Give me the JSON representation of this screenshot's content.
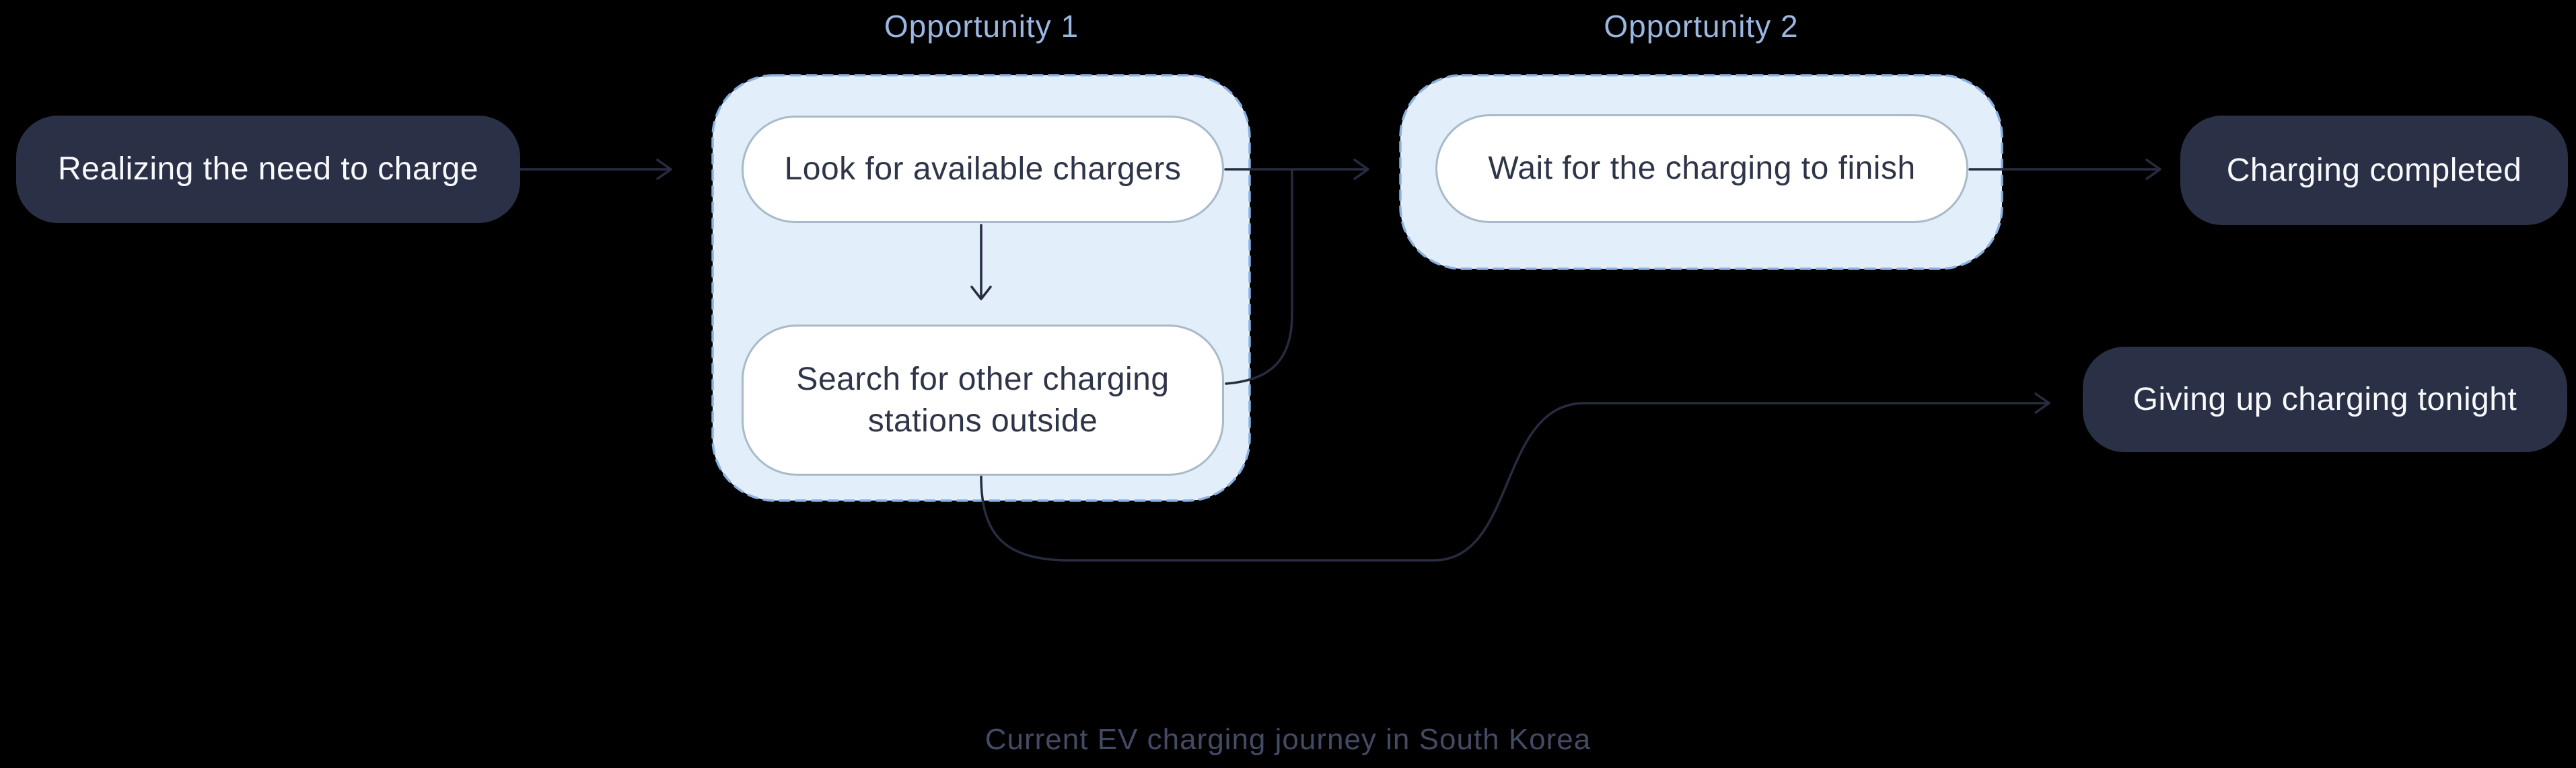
{
  "diagram": {
    "caption": "Current EV charging journey in South Korea",
    "opportunities": [
      {
        "label": "Opportunity 1"
      },
      {
        "label": "Opportunity 2"
      }
    ],
    "nodes": {
      "realizing": {
        "label": "Realizing the need to charge",
        "style": "dark"
      },
      "look": {
        "label": "Look for available chargers",
        "style": "light"
      },
      "search": {
        "label": "Search for other charging stations outside",
        "style": "light"
      },
      "wait": {
        "label": "Wait for the charging to finish",
        "style": "light"
      },
      "completed": {
        "label": "Charging completed",
        "style": "dark"
      },
      "giving_up": {
        "label": "Giving up charging tonight",
        "style": "dark"
      }
    },
    "colors": {
      "background": "#000000",
      "dark_node_fill": "#2A3146",
      "dark_node_text": "#F7F9FC",
      "light_node_fill": "#FFFFFF",
      "light_node_border": "#A8BAC8",
      "light_node_text": "#2E3548",
      "opportunity_container_fill": "#E3EEFB",
      "opportunity_container_border": "#8AB1E2",
      "opportunity_label_text": "#9AB7E1",
      "connector": "#272C40",
      "caption_text": "#434A63"
    }
  }
}
